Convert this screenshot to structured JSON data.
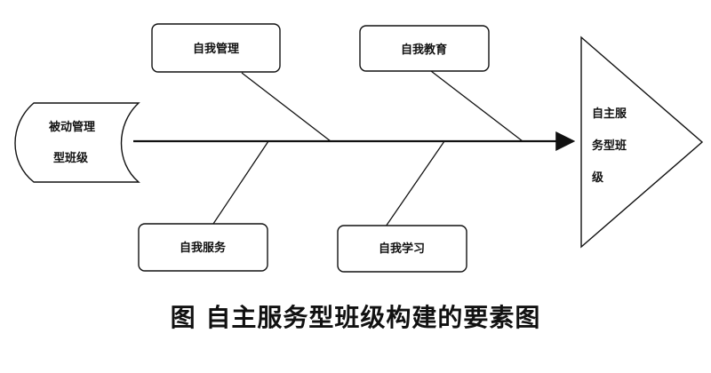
{
  "diagram": {
    "source": [
      "被动管理",
      "型班级"
    ],
    "target": [
      "自主服",
      "务型班",
      "级"
    ],
    "factors": {
      "top_left": "自我管理",
      "top_right": "自我教育",
      "bottom_left": "自我服务",
      "bottom_right": "自我学习"
    }
  },
  "caption": "图 自主服务型班级构建的要素图"
}
